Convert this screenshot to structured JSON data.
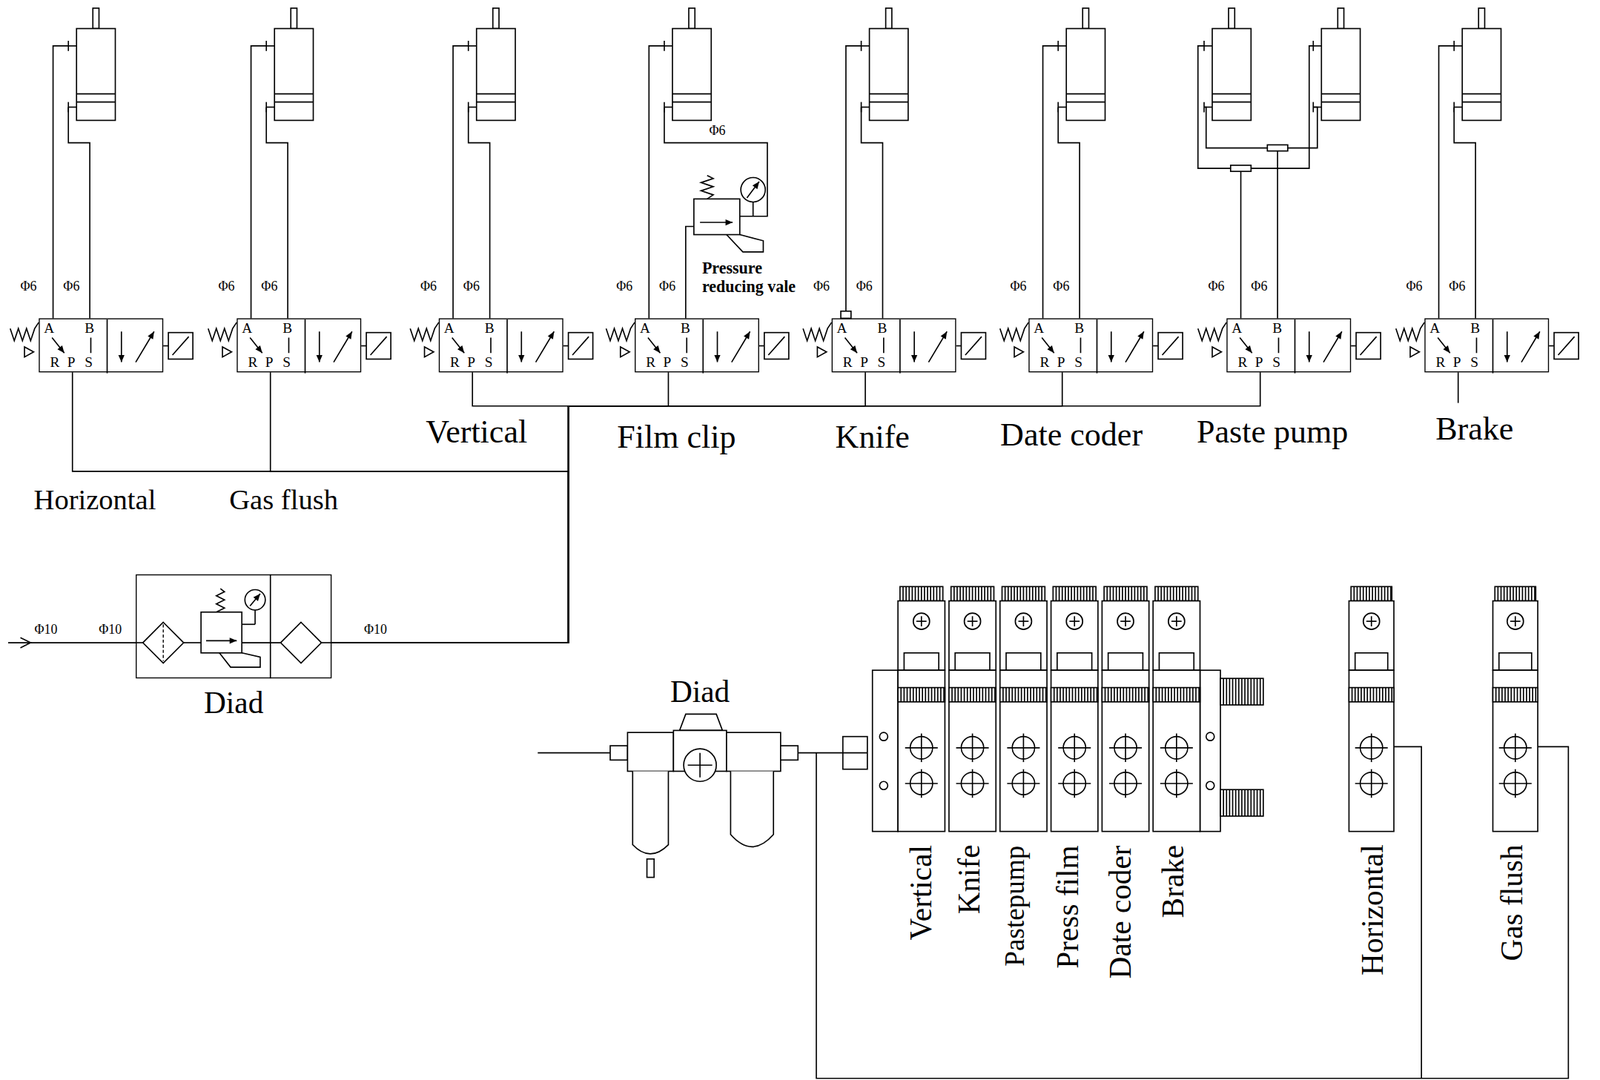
{
  "diagram": {
    "nodes": [
      {
        "text": [
          "A",
          "B",
          "R",
          "P",
          "S"
        ]
      },
      {
        "text": [
          "A",
          "B",
          "R",
          "P",
          "S"
        ]
      },
      {
        "text": [
          "A",
          "B",
          "R",
          "P",
          "S"
        ]
      },
      {
        "text": [
          "A",
          "B",
          "R",
          "P",
          "S"
        ]
      },
      {
        "text": [
          "A",
          "B",
          "R",
          "P",
          "S"
        ]
      },
      {
        "text": [
          "A",
          "B",
          "R",
          "P",
          "S"
        ]
      },
      {
        "text": [
          "A",
          "B",
          "R",
          "P",
          "S"
        ]
      },
      {
        "text": [
          "A",
          "B",
          "R",
          "P",
          "S"
        ]
      },
      {
        "text": [
          "Diad"
        ]
      }
    ],
    "edges": [
      {
        "from": 8,
        "to": 0,
        "arrow": "none"
      },
      {
        "from": 8,
        "to": 1,
        "arrow": "none"
      },
      {
        "from": 8,
        "to": 2,
        "arrow": "none"
      },
      {
        "from": 8,
        "to": 3,
        "arrow": "none"
      },
      {
        "from": 8,
        "to": 4,
        "arrow": "none"
      },
      {
        "from": 8,
        "to": 5,
        "arrow": "none"
      },
      {
        "from": 8,
        "to": 6,
        "arrow": "none"
      }
    ],
    "labels": [
      "Φ6",
      "Pressure reducing vale",
      "Φ6",
      "Φ6",
      "Φ6",
      "Φ6",
      "Φ6",
      "Φ6",
      "Φ6",
      "Φ6",
      "Φ6",
      "Φ6",
      "Φ6",
      "Φ6",
      "Φ6",
      "Φ6",
      "Φ6",
      "Φ6",
      "Vertical",
      "Film clip",
      "Knife",
      "Date coder",
      "Paste pump",
      "Brake",
      "Horizontal",
      "Gas flush",
      "Φ10",
      "Φ10",
      "Φ10",
      "Diad",
      "Vertical",
      "Knife",
      "Pastepump",
      "Press film",
      "Date coder",
      "Brake",
      "Horizontal",
      "Gas flush"
    ]
  }
}
